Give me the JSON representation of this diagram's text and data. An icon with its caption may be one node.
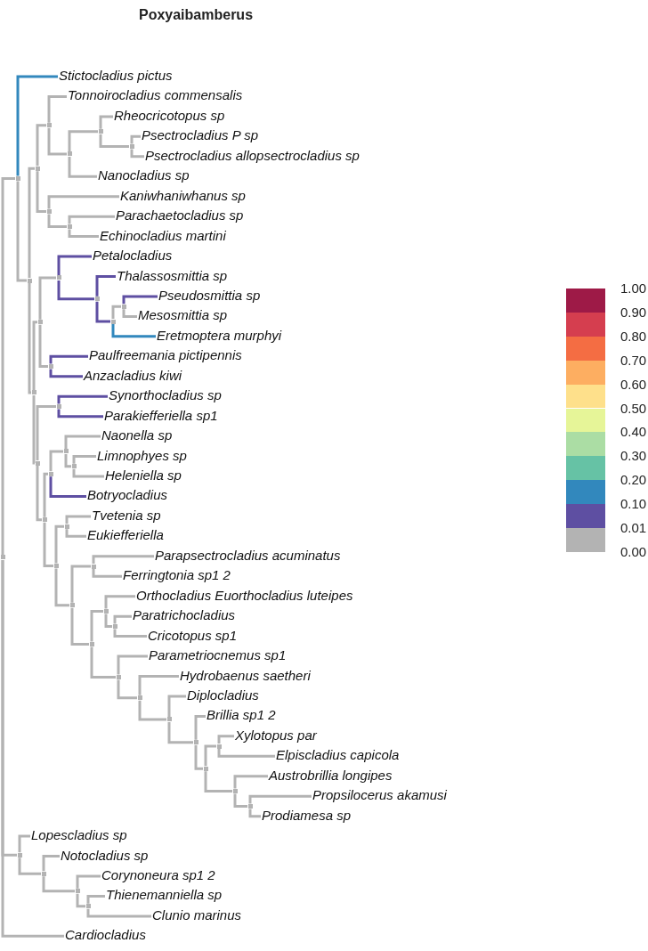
{
  "diagram": {
    "title": "Poxyaibamberus",
    "nodes": [
      {
        "text": [],
        "shape": "point"
      },
      {
        "text": [],
        "shape": "point"
      },
      {
        "text": [
          "Stictocladius pictus"
        ]
      },
      {
        "text": [],
        "shape": "point"
      },
      {
        "text": [],
        "shape": "point"
      },
      {
        "text": [],
        "shape": "point"
      },
      {
        "text": [
          "Tonnoirocladius commensalis"
        ]
      },
      {
        "text": [],
        "shape": "point"
      },
      {
        "text": [],
        "shape": "point"
      },
      {
        "text": [
          "Rheocricotopus sp"
        ]
      },
      {
        "text": [],
        "shape": "point"
      },
      {
        "text": [
          "Psectrocladius P sp"
        ]
      },
      {
        "text": [
          "Psectrocladius allopsectrocladius sp"
        ]
      },
      {
        "text": [
          "Nanocladius sp"
        ]
      },
      {
        "text": [],
        "shape": "point"
      },
      {
        "text": [
          "Kaniwhaniwhanus sp"
        ]
      },
      {
        "text": [],
        "shape": "point"
      },
      {
        "text": [
          "Parachaetocladius sp"
        ]
      },
      {
        "text": [
          "Echinocladius martini"
        ]
      },
      {
        "text": [],
        "shape": "point"
      },
      {
        "text": [],
        "shape": "point"
      },
      {
        "text": [],
        "shape": "point"
      },
      {
        "text": [
          "Petalocladius"
        ]
      },
      {
        "text": [],
        "shape": "point"
      },
      {
        "text": [
          "Thalassosmittia sp"
        ]
      },
      {
        "text": [],
        "shape": "point"
      },
      {
        "text": [],
        "shape": "point"
      },
      {
        "text": [
          "Pseudosmittia sp"
        ]
      },
      {
        "text": [
          "Mesosmittia sp"
        ]
      },
      {
        "text": [
          "Eretmoptera murphyi"
        ]
      },
      {
        "text": [],
        "shape": "point"
      },
      {
        "text": [
          "Paulfreemania pictipennis"
        ]
      },
      {
        "text": [
          "Anzacladius kiwi"
        ]
      },
      {
        "text": [],
        "shape": "point"
      },
      {
        "text": [],
        "shape": "point"
      },
      {
        "text": [
          "Synorthocladius sp"
        ]
      },
      {
        "text": [
          "Parakiefferiella sp1"
        ]
      },
      {
        "text": [],
        "shape": "point"
      },
      {
        "text": [],
        "shape": "point"
      },
      {
        "text": [],
        "shape": "point"
      },
      {
        "text": [
          "Naonella sp"
        ]
      },
      {
        "text": [],
        "shape": "point"
      },
      {
        "text": [
          "Limnophyes sp"
        ]
      },
      {
        "text": [
          "Heleniella sp"
        ]
      },
      {
        "text": [
          "Botryocladius"
        ]
      },
      {
        "text": [],
        "shape": "point"
      },
      {
        "text": [],
        "shape": "point"
      },
      {
        "text": [
          "Tvetenia sp"
        ]
      },
      {
        "text": [
          "Eukiefferiella"
        ]
      },
      {
        "text": [],
        "shape": "point"
      },
      {
        "text": [],
        "shape": "point"
      },
      {
        "text": [
          "Parapsectrocladius acuminatus"
        ]
      },
      {
        "text": [
          "Ferringtonia sp1 2"
        ]
      },
      {
        "text": [],
        "shape": "point"
      },
      {
        "text": [],
        "shape": "point"
      },
      {
        "text": [
          "Orthocladius Euorthocladius luteipes"
        ]
      },
      {
        "text": [],
        "shape": "point"
      },
      {
        "text": [
          "Paratrichocladius"
        ]
      },
      {
        "text": [
          "Cricotopus sp1"
        ]
      },
      {
        "text": [],
        "shape": "point"
      },
      {
        "text": [
          "Parametriocnemus sp1"
        ]
      },
      {
        "text": [],
        "shape": "point"
      },
      {
        "text": [
          "Hydrobaenus saetheri"
        ]
      },
      {
        "text": [],
        "shape": "point"
      },
      {
        "text": [
          "Diplocladius"
        ]
      },
      {
        "text": [],
        "shape": "point"
      },
      {
        "text": [
          "Brillia sp1 2"
        ]
      },
      {
        "text": [],
        "shape": "point"
      },
      {
        "text": [],
        "shape": "point"
      },
      {
        "text": [
          "Xylotopus par"
        ]
      },
      {
        "text": [
          "Elpiscladius capicola"
        ]
      },
      {
        "text": [],
        "shape": "point"
      },
      {
        "text": [
          "Austrobrillia longipes"
        ]
      },
      {
        "text": [],
        "shape": "point"
      },
      {
        "text": [
          "Propsilocerus akamusi"
        ]
      },
      {
        "text": [
          "Prodiamesa sp"
        ]
      },
      {
        "text": [],
        "shape": "point"
      },
      {
        "text": [
          "Lopescladius sp"
        ]
      },
      {
        "text": [],
        "shape": "point"
      },
      {
        "text": [
          "Notocladius sp"
        ]
      },
      {
        "text": [],
        "shape": "point"
      },
      {
        "text": [
          "Corynoneura sp1 2"
        ]
      },
      {
        "text": [],
        "shape": "point"
      },
      {
        "text": [
          "Thienemanniella sp"
        ]
      },
      {
        "text": [
          "Clunio marinus"
        ]
      },
      {
        "text": [
          "Cardiocladius"
        ]
      }
    ],
    "edges": [
      {
        "from": 0,
        "to": 1,
        "arrow": "none"
      },
      {
        "from": 1,
        "to": 2,
        "arrow": "none",
        "color": "#3288bd"
      },
      {
        "from": 1,
        "to": 3,
        "arrow": "none"
      },
      {
        "from": 3,
        "to": 4,
        "arrow": "none"
      },
      {
        "from": 4,
        "to": 5,
        "arrow": "none"
      },
      {
        "from": 5,
        "to": 6,
        "arrow": "none"
      },
      {
        "from": 5,
        "to": 7,
        "arrow": "none"
      },
      {
        "from": 7,
        "to": 8,
        "arrow": "none"
      },
      {
        "from": 8,
        "to": 9,
        "arrow": "none"
      },
      {
        "from": 8,
        "to": 10,
        "arrow": "none"
      },
      {
        "from": 10,
        "to": 11,
        "arrow": "none"
      },
      {
        "from": 10,
        "to": 12,
        "arrow": "none"
      },
      {
        "from": 7,
        "to": 13,
        "arrow": "none"
      },
      {
        "from": 4,
        "to": 14,
        "arrow": "none"
      },
      {
        "from": 14,
        "to": 15,
        "arrow": "none"
      },
      {
        "from": 14,
        "to": 16,
        "arrow": "none"
      },
      {
        "from": 16,
        "to": 17,
        "arrow": "none"
      },
      {
        "from": 16,
        "to": 18,
        "arrow": "none"
      },
      {
        "from": 3,
        "to": 19,
        "arrow": "none"
      },
      {
        "from": 19,
        "to": 20,
        "arrow": "none"
      },
      {
        "from": 20,
        "to": 21,
        "arrow": "none"
      },
      {
        "from": 21,
        "to": 22,
        "arrow": "none",
        "color": "#5e4fa2"
      },
      {
        "from": 21,
        "to": 23,
        "arrow": "none",
        "color": "#5e4fa2"
      },
      {
        "from": 23,
        "to": 24,
        "arrow": "none",
        "color": "#5e4fa2"
      },
      {
        "from": 23,
        "to": 25,
        "arrow": "none",
        "color": "#5e4fa2"
      },
      {
        "from": 25,
        "to": 26,
        "arrow": "none"
      },
      {
        "from": 26,
        "to": 27,
        "arrow": "none",
        "color": "#5e4fa2"
      },
      {
        "from": 26,
        "to": 28,
        "arrow": "none"
      },
      {
        "from": 25,
        "to": 29,
        "arrow": "none",
        "color": "#3288bd"
      },
      {
        "from": 20,
        "to": 30,
        "arrow": "none"
      },
      {
        "from": 30,
        "to": 31,
        "arrow": "none",
        "color": "#5e4fa2"
      },
      {
        "from": 30,
        "to": 32,
        "arrow": "none",
        "color": "#5e4fa2"
      },
      {
        "from": 19,
        "to": 33,
        "arrow": "none"
      },
      {
        "from": 33,
        "to": 34,
        "arrow": "none"
      },
      {
        "from": 34,
        "to": 35,
        "arrow": "none",
        "color": "#5e4fa2"
      },
      {
        "from": 34,
        "to": 36,
        "arrow": "none",
        "color": "#5e4fa2"
      },
      {
        "from": 33,
        "to": 37,
        "arrow": "none"
      },
      {
        "from": 37,
        "to": 38,
        "arrow": "none"
      },
      {
        "from": 38,
        "to": 39,
        "arrow": "none"
      },
      {
        "from": 39,
        "to": 40,
        "arrow": "none"
      },
      {
        "from": 39,
        "to": 41,
        "arrow": "none"
      },
      {
        "from": 41,
        "to": 42,
        "arrow": "none"
      },
      {
        "from": 41,
        "to": 43,
        "arrow": "none"
      },
      {
        "from": 38,
        "to": 44,
        "arrow": "none",
        "color": "#5e4fa2"
      },
      {
        "from": 37,
        "to": 45,
        "arrow": "none"
      },
      {
        "from": 45,
        "to": 46,
        "arrow": "none"
      },
      {
        "from": 46,
        "to": 47,
        "arrow": "none"
      },
      {
        "from": 46,
        "to": 48,
        "arrow": "none"
      },
      {
        "from": 45,
        "to": 49,
        "arrow": "none"
      },
      {
        "from": 49,
        "to": 50,
        "arrow": "none"
      },
      {
        "from": 50,
        "to": 51,
        "arrow": "none"
      },
      {
        "from": 50,
        "to": 52,
        "arrow": "none"
      },
      {
        "from": 49,
        "to": 53,
        "arrow": "none"
      },
      {
        "from": 53,
        "to": 54,
        "arrow": "none"
      },
      {
        "from": 54,
        "to": 55,
        "arrow": "none"
      },
      {
        "from": 54,
        "to": 56,
        "arrow": "none"
      },
      {
        "from": 56,
        "to": 57,
        "arrow": "none"
      },
      {
        "from": 56,
        "to": 58,
        "arrow": "none"
      },
      {
        "from": 53,
        "to": 59,
        "arrow": "none"
      },
      {
        "from": 59,
        "to": 60,
        "arrow": "none"
      },
      {
        "from": 59,
        "to": 61,
        "arrow": "none"
      },
      {
        "from": 61,
        "to": 62,
        "arrow": "none"
      },
      {
        "from": 61,
        "to": 63,
        "arrow": "none"
      },
      {
        "from": 63,
        "to": 64,
        "arrow": "none"
      },
      {
        "from": 63,
        "to": 65,
        "arrow": "none"
      },
      {
        "from": 65,
        "to": 66,
        "arrow": "none"
      },
      {
        "from": 65,
        "to": 67,
        "arrow": "none"
      },
      {
        "from": 67,
        "to": 68,
        "arrow": "none"
      },
      {
        "from": 68,
        "to": 69,
        "arrow": "none"
      },
      {
        "from": 68,
        "to": 70,
        "arrow": "none"
      },
      {
        "from": 67,
        "to": 71,
        "arrow": "none"
      },
      {
        "from": 71,
        "to": 72,
        "arrow": "none"
      },
      {
        "from": 71,
        "to": 73,
        "arrow": "none"
      },
      {
        "from": 73,
        "to": 74,
        "arrow": "none"
      },
      {
        "from": 73,
        "to": 75,
        "arrow": "none"
      },
      {
        "from": 0,
        "to": 76,
        "arrow": "none"
      },
      {
        "from": 76,
        "to": 77,
        "arrow": "none"
      },
      {
        "from": 76,
        "to": 78,
        "arrow": "none"
      },
      {
        "from": 78,
        "to": 79,
        "arrow": "none"
      },
      {
        "from": 78,
        "to": 80,
        "arrow": "none"
      },
      {
        "from": 80,
        "to": 81,
        "arrow": "none"
      },
      {
        "from": 80,
        "to": 82,
        "arrow": "none"
      },
      {
        "from": 82,
        "to": 83,
        "arrow": "none"
      },
      {
        "from": 82,
        "to": 84,
        "arrow": "none"
      },
      {
        "from": 0,
        "to": 85,
        "arrow": "none"
      }
    ],
    "labels": [
      "0.00"
    ],
    "legend": [
      {
        "text": "1.00",
        "color": "#9e1a47"
      },
      {
        "text": "0.90",
        "color": "#d53e4f"
      },
      {
        "text": "0.80",
        "color": "#f46d43"
      },
      {
        "text": "0.70",
        "color": "#fdae61"
      },
      {
        "text": "0.60",
        "color": "#fee08b"
      },
      {
        "text": "0.50",
        "color": "#e6f598"
      },
      {
        "text": "0.40",
        "color": "#abdda4"
      },
      {
        "text": "0.30",
        "color": "#66c2a5"
      },
      {
        "text": "0.20",
        "color": "#3288bd"
      },
      {
        "text": "0.10",
        "color": "#5e4fa2"
      },
      {
        "text": "0.01",
        "color": "#b3b3b3"
      }
    ]
  }
}
